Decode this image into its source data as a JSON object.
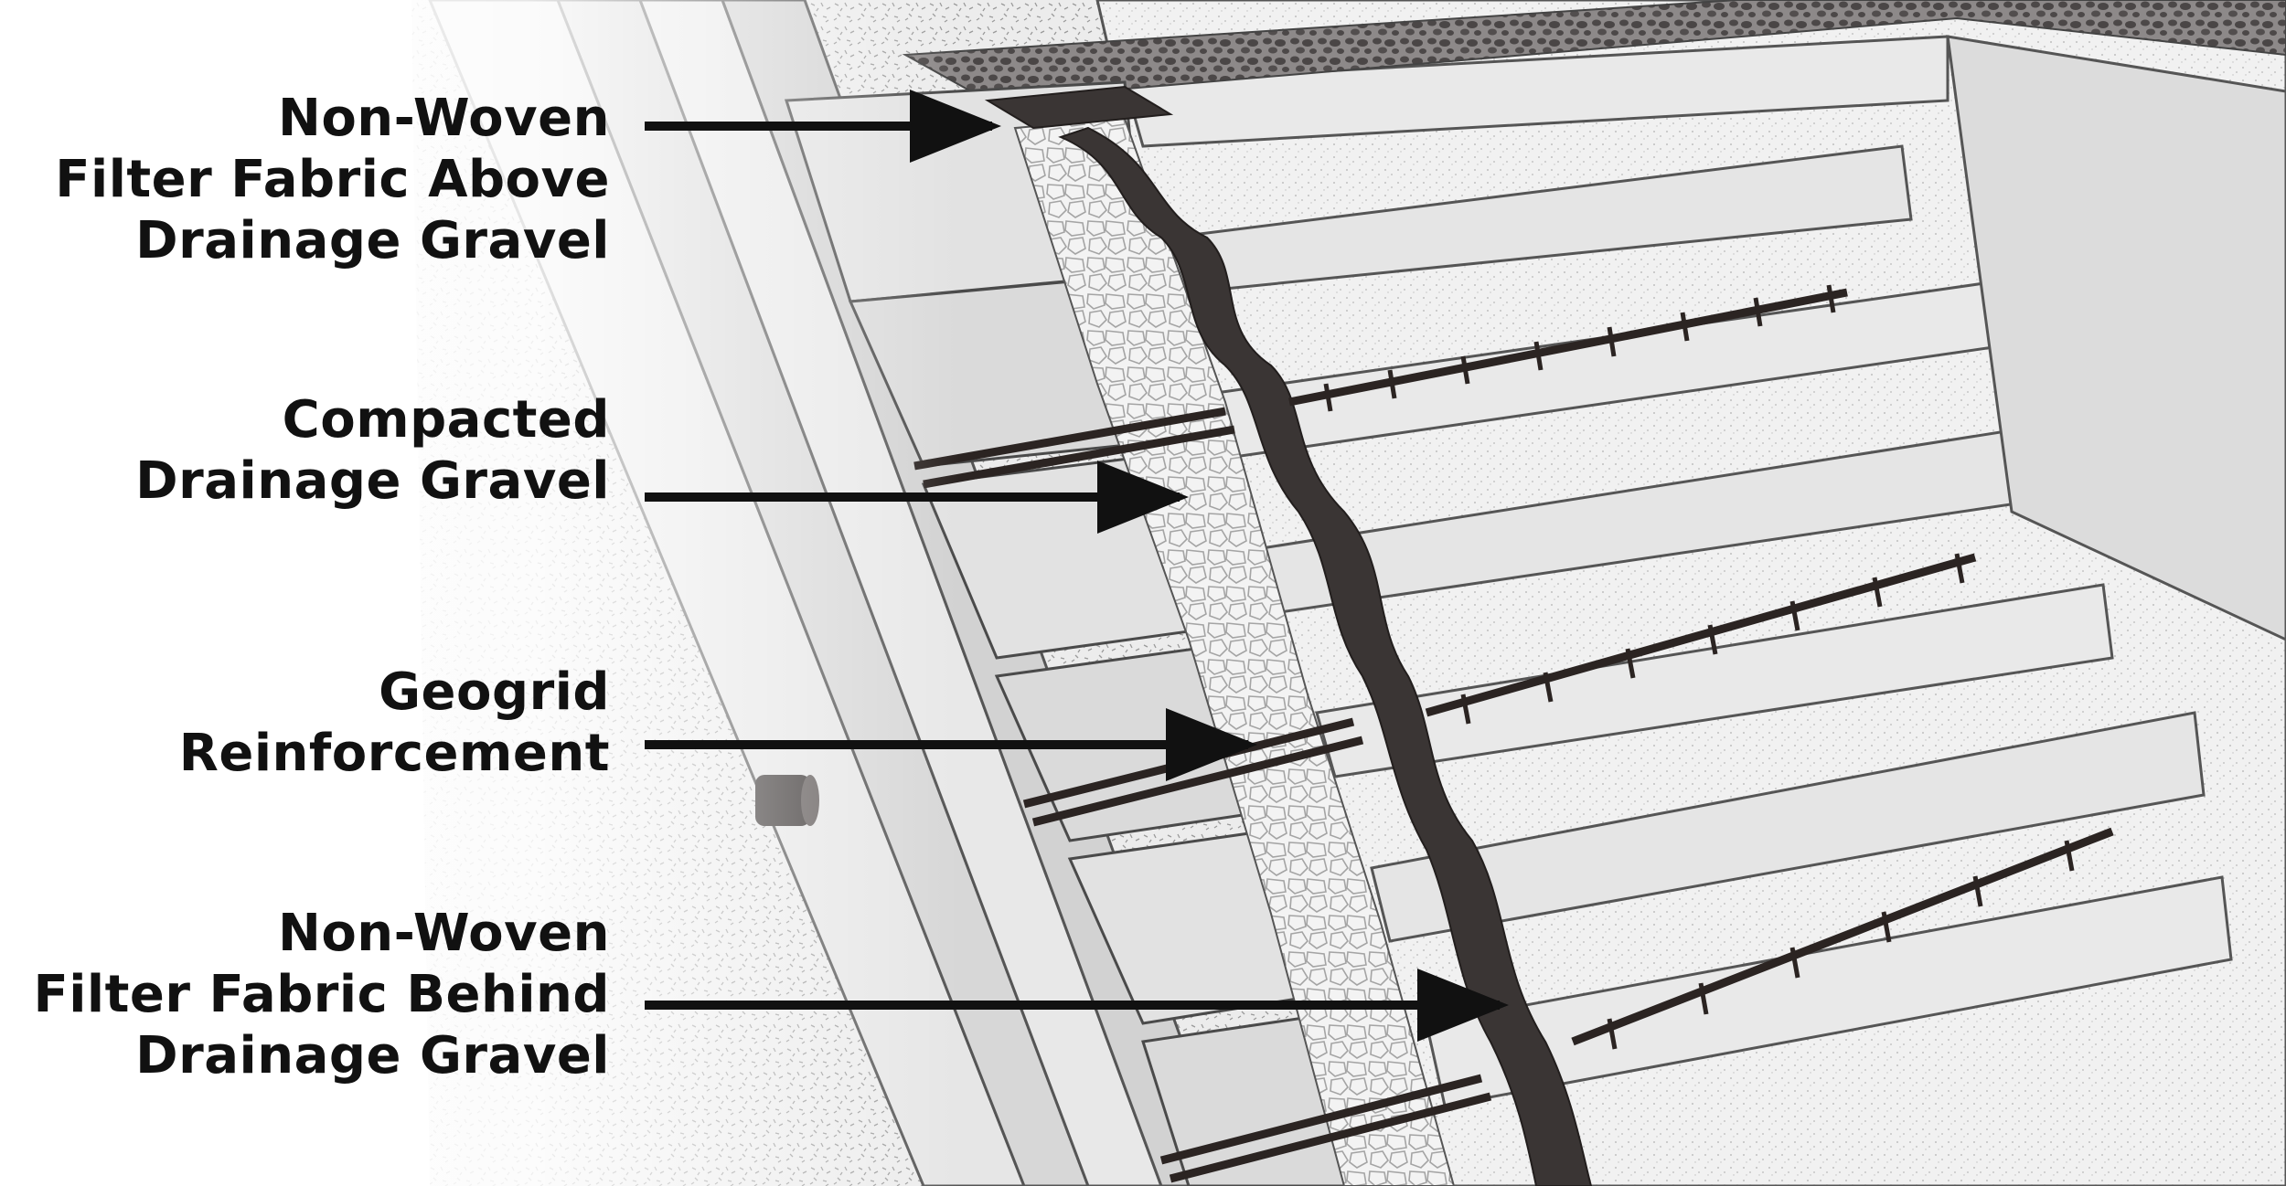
{
  "colors": {
    "ink": "#111111",
    "filter_fabric": "#3a3534",
    "block_face": "#e4e4e4",
    "backfill": "#ededed",
    "gravel_cap": "#5a5656",
    "geogrid": "#2b2422"
  },
  "labels": [
    {
      "id": "fabric-above",
      "lines": [
        "Non-Woven",
        "Filter Fabric Above",
        "Drainage Gravel"
      ]
    },
    {
      "id": "compacted-gravel",
      "lines": [
        "Compacted",
        "Drainage Gravel"
      ]
    },
    {
      "id": "geogrid",
      "lines": [
        "Geogrid",
        "Reinforcement"
      ]
    },
    {
      "id": "fabric-behind",
      "lines": [
        "Non-Woven",
        "Filter Fabric Behind",
        "Drainage Gravel"
      ]
    }
  ]
}
